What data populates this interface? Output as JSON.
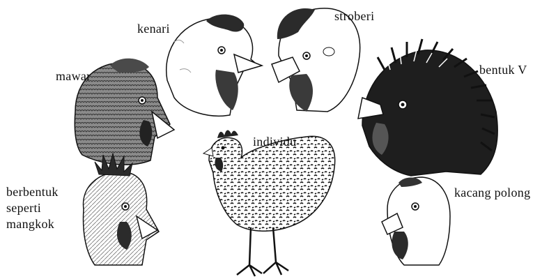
{
  "labels": {
    "kenari": "kenari",
    "stroberi": "stroberi",
    "mawar": "mawar",
    "bentuk_v": "bentuk V",
    "individu": "individu",
    "mangkok_line1": "berbentuk",
    "mangkok_line2": "seperti",
    "mangkok_line3": "mangkok",
    "kacang_polong": "kacang polong"
  },
  "icons": [
    "chicken-head-kenari-icon",
    "chicken-head-stroberi-icon",
    "chicken-head-mawar-icon",
    "chicken-head-bentuk-v-icon",
    "hen-individu-icon",
    "chicken-head-mangkok-icon",
    "chicken-head-kacang-polong-icon"
  ],
  "colors": {
    "ink": "#111111",
    "shade": "#555555",
    "paper": "#ffffff"
  }
}
